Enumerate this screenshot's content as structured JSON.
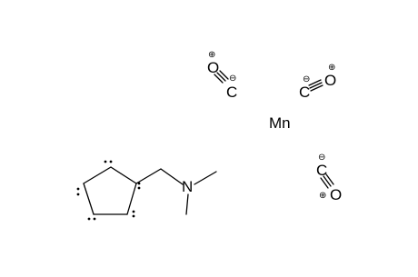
{
  "structure": {
    "metal": {
      "symbol": "Mn"
    },
    "carbonyls": [
      {
        "carbon": "C",
        "oxygen": "O",
        "carbon_charge": "⊖",
        "oxygen_charge": "⊕"
      },
      {
        "carbon": "C",
        "oxygen": "O",
        "carbon_charge": "⊖",
        "oxygen_charge": "⊕"
      },
      {
        "carbon": "C",
        "oxygen": "O",
        "carbon_charge": "⊖",
        "oxygen_charge": "⊕"
      }
    ],
    "amine": {
      "nitrogen": "N"
    }
  }
}
